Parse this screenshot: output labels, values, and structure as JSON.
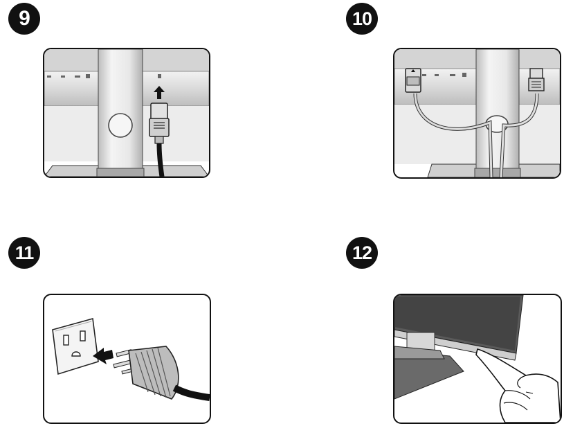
{
  "steps": [
    {
      "number": "9"
    },
    {
      "number": "10"
    },
    {
      "number": "11"
    },
    {
      "number": "12"
    }
  ],
  "colors": {
    "line": "#111111",
    "silver_light": "#e6e6e6",
    "silver_mid": "#c9c9c9",
    "silver_dark": "#9a9a9a",
    "screen": "#4a4a4a",
    "cable": "#1a1a1a"
  },
  "icons": [
    "arrow-up-icon",
    "arrow-left-icon",
    "pointing-hand-icon"
  ]
}
